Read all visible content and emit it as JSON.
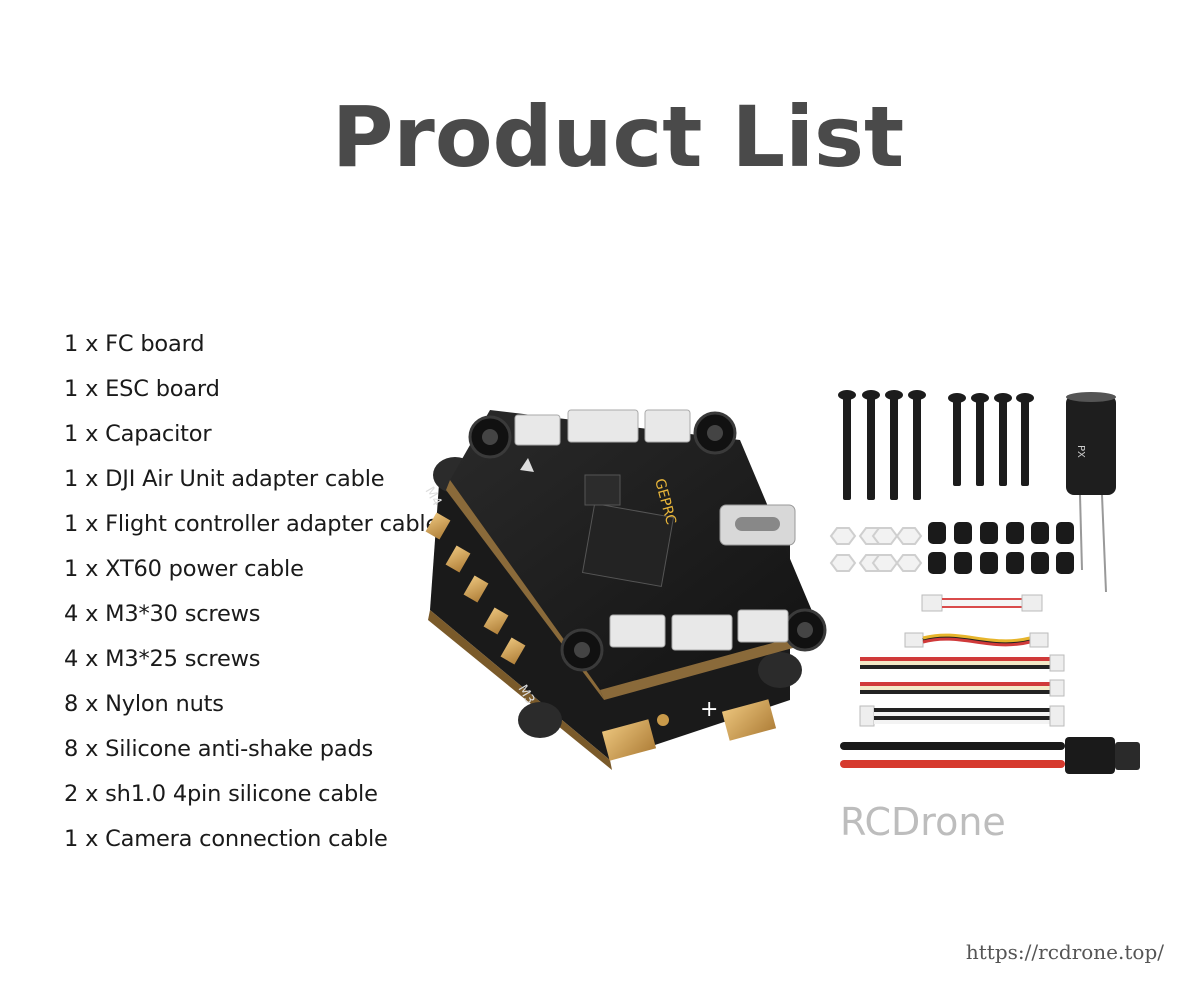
{
  "title": "Product List",
  "items": [
    "1 x FC board",
    "1 x ESC board",
    "1 x Capacitor",
    "1 x DJI Air Unit adapter cable",
    "1 x Flight controller adapter cable",
    "1 x XT60 power cable",
    "4 x M3*30 screws",
    "4 x M3*25 screws",
    "8 x Nylon nuts",
    "8 x Silicone anti-shake pads",
    "2 x sh1.0 4pin silicone cable",
    "1 x Camera connection cable"
  ],
  "watermark": "RCDrone",
  "url": "https://rcdrone.top/",
  "colors": {
    "title": "#4a4a4a",
    "text": "#1a1a1a",
    "watermark": "#bdbdbd"
  },
  "icons": [
    "fc-esc-stack-illustration",
    "screw-icon",
    "capacitor-icon",
    "nylon-nut-icon",
    "silicone-pad-icon",
    "cable-icon",
    "xt60-connector-icon"
  ]
}
